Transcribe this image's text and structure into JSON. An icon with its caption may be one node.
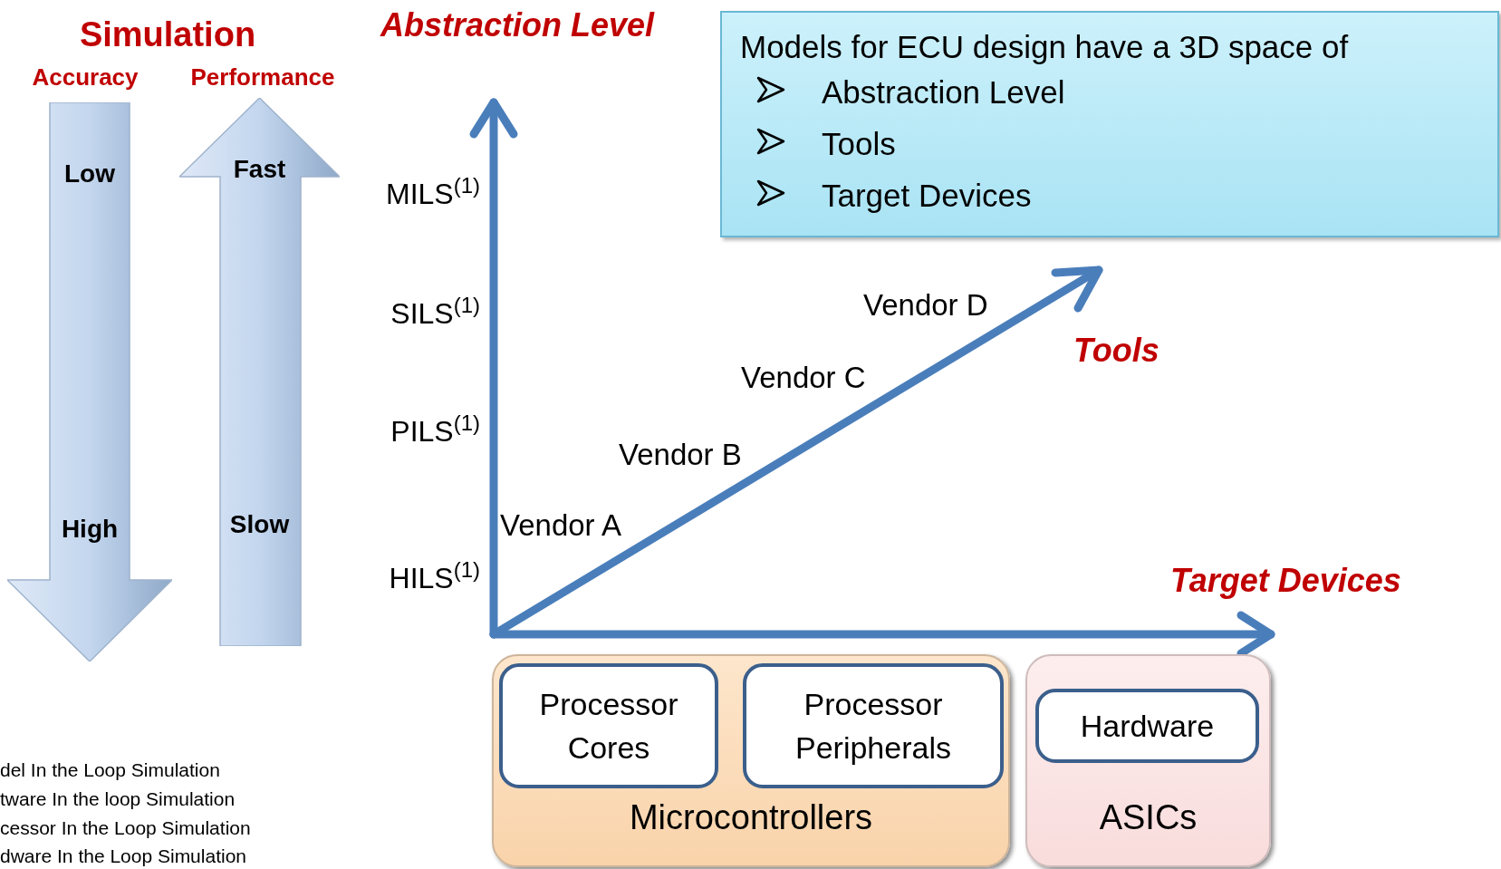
{
  "diagram": {
    "nodes": [
      {
        "text": [
          "Low",
          "High"
        ]
      },
      {
        "text": [
          "Fast",
          "Slow"
        ]
      },
      {
        "text": [
          "Models for ECU design have a 3D space of",
          "Abstraction Level",
          "Tools",
          "Target Devices"
        ]
      },
      {
        "text": [
          "Microcontrollers"
        ]
      },
      {
        "text": [
          "Processor Cores"
        ],
        "in": 3
      },
      {
        "text": [
          "Processor Peripherals"
        ],
        "in": 3
      },
      {
        "text": [
          "ASICs"
        ]
      },
      {
        "text": [
          "Hardware"
        ],
        "in": 6
      }
    ],
    "labels": [
      "Simulation",
      "Accuracy",
      "Performance",
      "Abstraction Level",
      "MILS$^{(1)}$",
      "SILS$^{(1)}$",
      "PILS$^{(1)}$",
      "HILS$^{(1)}$",
      "Vendor D",
      "Vendor C",
      "Tools",
      "Vendor B",
      "Vendor A",
      "Target Devices",
      "del In the Loop Simulation",
      "tware In the loop Simulation",
      "cessor In the Loop Simulation",
      "dware In the Loop Simulation"
    ]
  }
}
